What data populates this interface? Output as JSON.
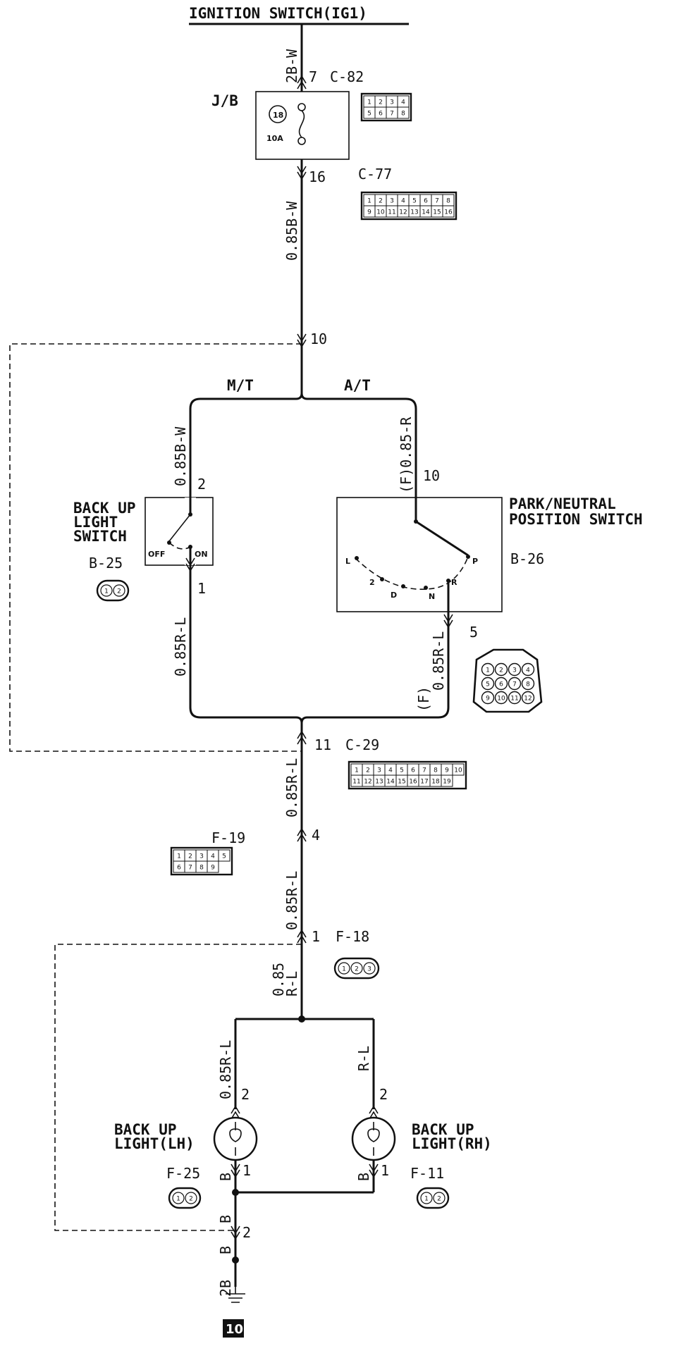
{
  "title": "IGNITION SWITCH(IG1)",
  "fuse_block": {
    "label": "J/B",
    "fuse_no": "18",
    "rating": "10A"
  },
  "connectors": {
    "c82": {
      "name": "C-82",
      "pins": [
        "1",
        "2",
        "3",
        "4",
        "5",
        "6",
        "7",
        "8"
      ]
    },
    "c77": {
      "name": "C-77",
      "pins": [
        "1",
        "2",
        "3",
        "4",
        "5",
        "6",
        "7",
        "8",
        "9",
        "10",
        "11",
        "12",
        "13",
        "14",
        "15",
        "16"
      ]
    },
    "b25": {
      "name": "B-25",
      "pins": [
        "1",
        "2"
      ]
    },
    "b26": {
      "name": "B-26",
      "pins": [
        "1",
        "2",
        "3",
        "4",
        "5",
        "6",
        "7",
        "8",
        "9",
        "10",
        "11",
        "12"
      ]
    },
    "c29": {
      "name": "C-29",
      "pins": [
        "1",
        "2",
        "3",
        "4",
        "5",
        "6",
        "7",
        "8",
        "9",
        "10",
        "11",
        "12",
        "13",
        "14",
        "15",
        "16",
        "17",
        "18",
        "19"
      ]
    },
    "f19": {
      "name": "F-19",
      "pins": [
        "1",
        "2",
        "3",
        "4",
        "5",
        "6",
        "7",
        "8",
        "9"
      ]
    },
    "f18": {
      "name": "F-18",
      "pins": [
        "1",
        "2",
        "3"
      ]
    },
    "f25": {
      "name": "F-25",
      "pins": [
        "1",
        "2"
      ]
    },
    "f11": {
      "name": "F-11",
      "pins": [
        "1",
        "2"
      ]
    }
  },
  "terminals": {
    "c82_7": "7",
    "jb_16": "16",
    "c77_10": "10",
    "bul_sw_2": "2",
    "bul_sw_1": "1",
    "pnp_10": "10",
    "pnp_5": "5",
    "c29_11": "11",
    "f19_4": "4",
    "f18_1": "1",
    "lh_2": "2",
    "lh_1": "1",
    "rh_2": "2",
    "rh_1": "1",
    "gnd_2": "2"
  },
  "wires": {
    "w1": "2B-W",
    "w2": "0.85B-W",
    "w3": "0.85B-W",
    "w4": "(F)0.85-R",
    "w5": "0.85R-L",
    "w6_a": "(F)",
    "w6_b": "0.85R-L",
    "w7": "0.85R-L",
    "w8": "0.85R-L",
    "w9_a": "0.85",
    "w9_b": "R-L",
    "w10": "0.85R-L",
    "w11": "R-L",
    "w12": "B",
    "w13": "B",
    "w14": "B",
    "w15": "B",
    "w16": "2B"
  },
  "branch": {
    "mt": "M/T",
    "at": "A/T"
  },
  "backup_switch": {
    "line1": "BACK UP",
    "line2": "LIGHT",
    "line3": "SWITCH",
    "off": "OFF",
    "on": "ON"
  },
  "pn_switch": {
    "line1": "PARK/NEUTRAL",
    "line2": "POSITION SWITCH",
    "positions": [
      "L",
      "2",
      "D",
      "N",
      "R",
      "P"
    ]
  },
  "lamp_lh": {
    "line1": "BACK UP",
    "line2": "LIGHT(LH)"
  },
  "lamp_rh": {
    "line1": "BACK UP",
    "line2": "LIGHT(RH)"
  },
  "ground_ref": "10"
}
